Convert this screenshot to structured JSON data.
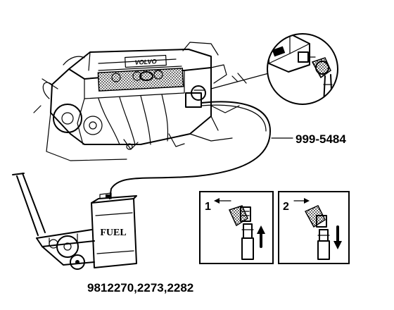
{
  "labels": {
    "hose_part_number": "999-5484",
    "tank_part_numbers": "9812270,2273,2282",
    "tank_marking": "FUEL",
    "engine_logo": "VOLVO",
    "step_1": "1",
    "step_2": "2"
  },
  "colors": {
    "ink": "#000000",
    "paper": "#ffffff"
  },
  "icons": {
    "step_1_direction": "arrow-up-icon",
    "step_2_direction": "arrow-down-icon",
    "step_1_slide": "arrow-left-icon",
    "step_2_slide": "arrow-right-icon"
  }
}
